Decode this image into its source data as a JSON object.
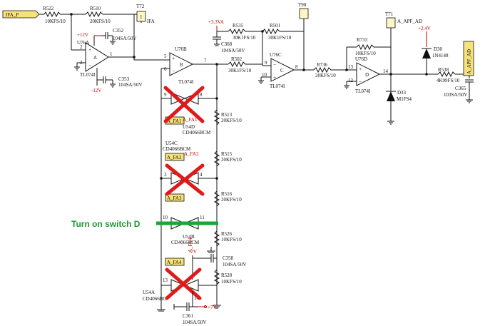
{
  "labels": {
    "ifa_p": "IFA_P",
    "ifa": "IFA",
    "t72": "T72",
    "t90": "T90",
    "t71": "T71",
    "a_apf_ad": "A_APF_AD",
    "a_apf_ad2": "A_APF_AD",
    "v33": "+3.3VA",
    "v12p": "+12V",
    "v12n": "-12V",
    "v24": "+2.4V",
    "v7n": "-7V",
    "v7p": "+7V",
    "fa1": "A_FA1",
    "fa1b": "A_FA1",
    "fa2": "A_FA2",
    "fa2b": "A_FA2",
    "fa3": "A_FA3",
    "fa4": "A_FA4",
    "fa4b": "A_FA4"
  },
  "components": {
    "r522": "R522",
    "r522v": "10KFS/10",
    "r510": "R510",
    "r510v": "20KFS/10",
    "c352": "C352",
    "c352v": "104SA/50V",
    "c353": "C353",
    "c353v": "104SA/50V",
    "u76a": "U76A",
    "u76a_p": "TL074I",
    "u76a_l": "A",
    "u76b": "U76B",
    "u76b_p": "TL074I",
    "u76b_l": "B",
    "u76c": "U76C",
    "u76c_p": "TL074I",
    "u76c_l": "C",
    "u76d": "U76D",
    "u76d_p": "TL074I",
    "u76d_l": "D",
    "r535": "R535",
    "r535v": "30K1FS/10",
    "r501": "R501",
    "r501v": "30K1FS/10",
    "r502": "R502",
    "r502v": "30K1FS/10",
    "c368": "C368",
    "c368v": "104SA/50V",
    "r736": "R736",
    "r736v": "20KFS/10",
    "r733": "R733",
    "r733v": "10KFS/10",
    "d30": "D30",
    "d30v": "1N4148",
    "d33": "D33",
    "d33v": "M1FS4",
    "r538": "R538",
    "r538v": "4K99FS/10",
    "c365": "C365",
    "c365v": "103SA/50V",
    "r513": "R513",
    "r513v": "20KFS/10",
    "r515": "R515",
    "r515v": "20KFS/10",
    "r516": "R516",
    "r516v": "20KFS/10",
    "r526": "R526",
    "r526v": "10KFS/10",
    "r528": "R528",
    "r528v": "10KFS/10",
    "c358": "C358",
    "c358v": "104SA/50V",
    "c361": "C361",
    "c361v": "104SA/50V",
    "u54d": "U54D",
    "u54d_p": "CD4066BCM",
    "u54c": "U54C",
    "u54c_p": "CD4066BCM",
    "u54b": "U54B",
    "u54b_p": "CD4066BCM",
    "u54a": "U54A",
    "u54a_p": "CD4066BC"
  },
  "pins": {
    "p1a": "1",
    "p2a": "2",
    "p3a": "3",
    "p4a": "4",
    "p11a": "11",
    "p5b": "5",
    "p6b": "6",
    "p7b": "7",
    "p9c": "9",
    "p10c": "10",
    "p8c": "8",
    "p13d": "13",
    "p12d": "12",
    "p14d": "14",
    "s9": "9",
    "s8": "8",
    "s3": "3",
    "s4": "4",
    "s10": "10",
    "s11": "11",
    "s13": "13",
    "s7": "7",
    "s14": "14"
  },
  "annotation": {
    "text": "Turn on switch D",
    "color": "#1a9a32",
    "cross_color": "#e01a1a"
  }
}
